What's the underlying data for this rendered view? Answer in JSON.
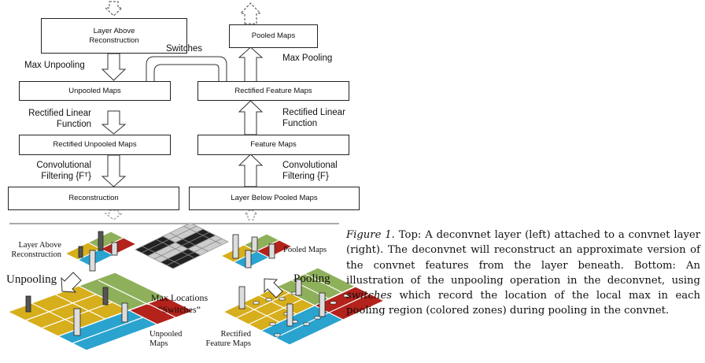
{
  "top_diagram": {
    "boxes": {
      "layer_above": "Layer Above Reconstruction",
      "unpooled_maps": "Unpooled Maps",
      "rectified_unpooled": "Rectified Unpooled Maps",
      "reconstruction": "Reconstruction",
      "pooled_maps": "Pooled Maps",
      "rectified_feature": "Rectified Feature Maps",
      "feature_maps": "Feature Maps",
      "layer_below": "Layer Below Pooled Maps"
    },
    "labels": {
      "max_unpooling": "Max Unpooling",
      "switches": "Switches",
      "max_pooling": "Max Pooling",
      "rectified_left_1": "Rectified Linear",
      "rectified_left_2": "Function",
      "rectified_right_1": "Rectified Linear",
      "rectified_right_2": "Function",
      "conv_left_1": "Convolutional",
      "conv_left_2": "Filtering {Fᵀ}",
      "conv_right_1": "Convolutional",
      "conv_right_2": "Filtering {F}"
    }
  },
  "bottom_diagram": {
    "layer_above_1": "Layer Above",
    "layer_above_2": "Reconstruction",
    "unpooling": "Unpooling",
    "max_locations_1": "Max Locations",
    "max_locations_2": "“Switches”",
    "pooled_maps": "Pooled Maps",
    "pooling": "Pooling",
    "unpooled_maps_1": "Unpooled",
    "unpooled_maps_2": "Maps",
    "rectified_maps_1": "Rectified",
    "rectified_maps_2": "Feature Maps",
    "colors": {
      "yellow": "#d7ae1c",
      "green": "#8fb05a",
      "blue": "#2aa3cf",
      "red": "#b3221b"
    }
  },
  "caption": {
    "label": "Figure 1.",
    "part1": " Top: A deconvnet layer (left) attached to a convnet layer (right). The deconvnet will reconstruct an approximate version of the convnet features from the layer beneath. Bottom: An illustration of the unpooling operation in the deconvnet, using ",
    "switches": "switches",
    "part2": " which record the location of the local max in each pooling region (colored zones) during pooling in the convnet."
  }
}
